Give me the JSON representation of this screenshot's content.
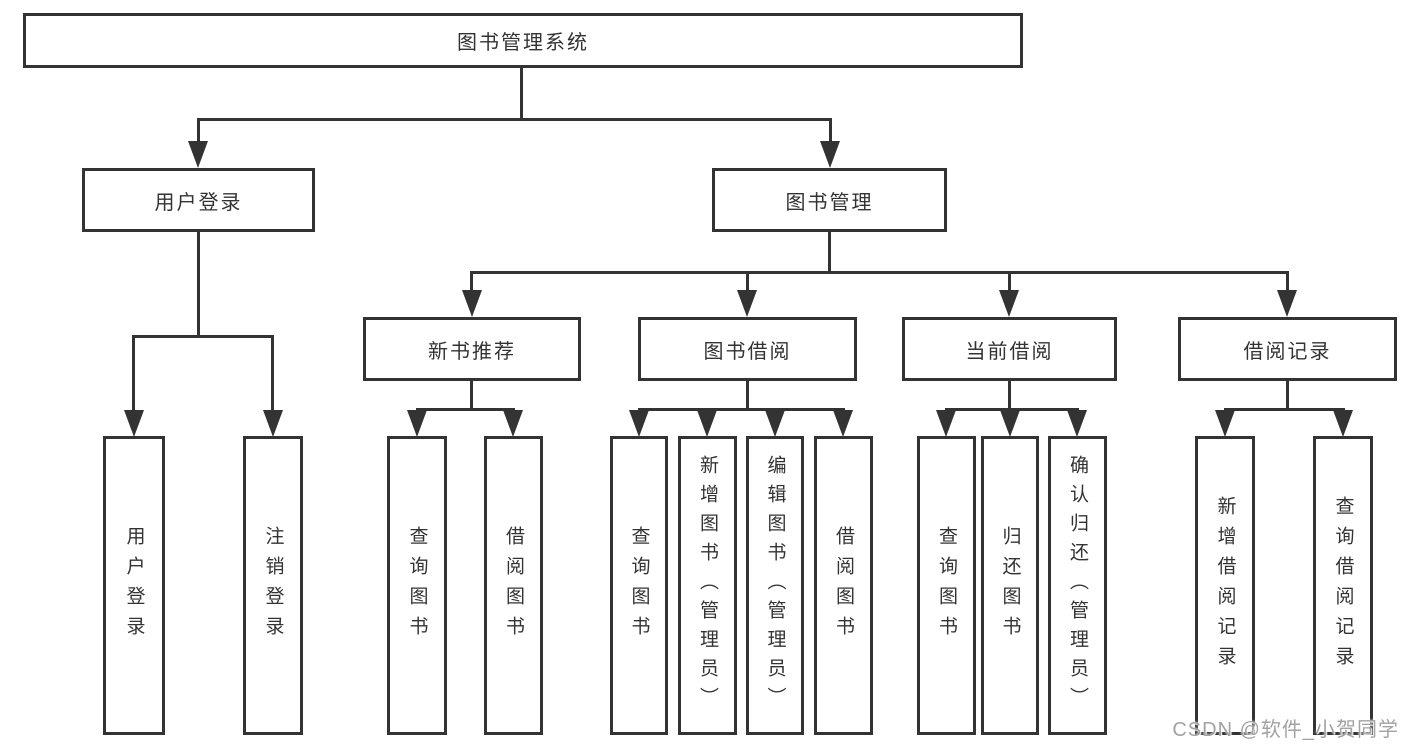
{
  "tree": {
    "label": "图书管理系统",
    "children": [
      {
        "label": "用户登录",
        "children": [
          {
            "label": "用户登录"
          },
          {
            "label": "注销登录"
          }
        ]
      },
      {
        "label": "图书管理",
        "children": [
          {
            "label": "新书推荐",
            "children": [
              {
                "label": "查询图书"
              },
              {
                "label": "借阅图书"
              }
            ]
          },
          {
            "label": "图书借阅",
            "children": [
              {
                "label": "查询图书"
              },
              {
                "label": "新增图书（管理员）"
              },
              {
                "label": "编辑图书（管理员）"
              },
              {
                "label": "借阅图书"
              }
            ]
          },
          {
            "label": "当前借阅",
            "children": [
              {
                "label": "查询图书"
              },
              {
                "label": "归还图书"
              },
              {
                "label": "确认归还（管理员）"
              }
            ]
          },
          {
            "label": "借阅记录",
            "children": [
              {
                "label": "新增借阅记录"
              },
              {
                "label": "查询借阅记录"
              }
            ]
          }
        ]
      }
    ]
  },
  "watermark": "CSDN @软件_小贺同学",
  "colors": {
    "line": "#333333",
    "text": "#333333",
    "background": "#ffffff",
    "watermark": "#a2a2a2"
  }
}
